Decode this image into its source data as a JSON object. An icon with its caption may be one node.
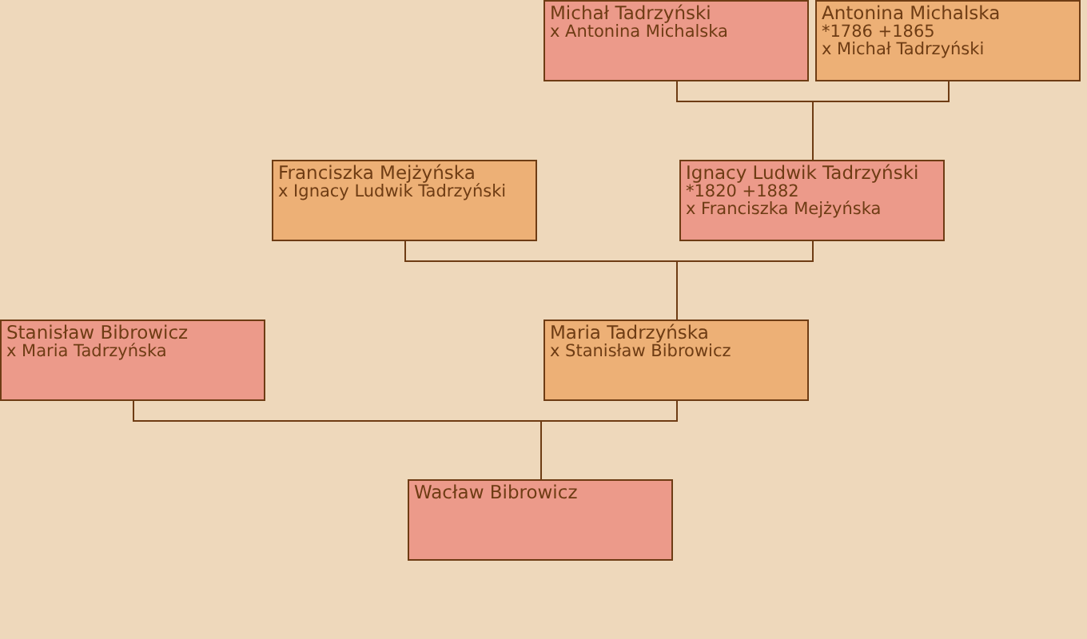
{
  "diagram": {
    "nodes": [
      {
        "text": [
          "Michał Tadrzyński",
          "x Antonina Michalska"
        ]
      },
      {
        "text": [
          "Antonina Michalska",
          "*1786 +1865",
          "x Michał Tadrzyński"
        ]
      },
      {
        "text": [
          "Franciszka Mejżyńska",
          "x Ignacy Ludwik Tadrzyński"
        ]
      },
      {
        "text": [
          "Ignacy Ludwik Tadrzyński",
          "*1820 +1882",
          "x Franciszka Mejżyńska"
        ]
      },
      {
        "text": [
          "Stanisław Bibrowicz",
          "x Maria Tadrzyńska"
        ]
      },
      {
        "text": [
          "Maria Tadrzyńska",
          "x Stanisław Bibrowicz"
        ]
      },
      {
        "text": [
          "Wacław Bibrowicz"
        ]
      }
    ],
    "edges": [
      {
        "from": 0,
        "to": 3,
        "arrow": "none"
      },
      {
        "from": 1,
        "to": 3,
        "arrow": "none"
      },
      {
        "from": 2,
        "to": 5,
        "arrow": "none"
      },
      {
        "from": 3,
        "to": 5,
        "arrow": "none"
      },
      {
        "from": 4,
        "to": 6,
        "arrow": "none"
      },
      {
        "from": 5,
        "to": 6,
        "arrow": "none"
      }
    ]
  }
}
